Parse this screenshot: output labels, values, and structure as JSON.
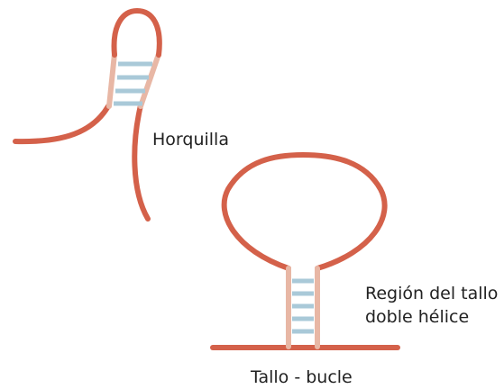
{
  "labels": {
    "hairpin": "Horquilla",
    "stem_region_line1": "Región del tallo",
    "stem_region_line2": "doble hélice",
    "stem_loop": "Tallo - bucle"
  },
  "colors": {
    "strand": "#D4614A",
    "stem_strand": "#E8B7A5",
    "base_pairs": "#A9C9D8",
    "text": "#222222",
    "background": "#FFFFFF"
  }
}
